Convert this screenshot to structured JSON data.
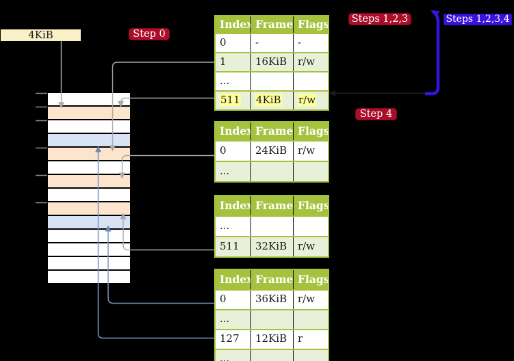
{
  "legend": {
    "label": "4KiB"
  },
  "badges": {
    "step0": {
      "label": "Step 0"
    },
    "steps123": {
      "label": "Steps 1,2,3"
    },
    "steps1234": {
      "label": "Steps 1,2,3,4"
    },
    "step4": {
      "label": "Step 4"
    }
  },
  "page_tables": [
    {
      "name": "page-table-1",
      "headers": [
        "Index",
        "Frame",
        "Flags"
      ],
      "rows": [
        {
          "cells": [
            "0",
            "-",
            "-"
          ],
          "shaded": false,
          "highlighted": false
        },
        {
          "cells": [
            "1",
            "16KiB",
            "r/w"
          ],
          "shaded": true,
          "highlighted": false
        },
        {
          "cells": [
            "...",
            "",
            ""
          ],
          "shaded": false,
          "highlighted": false
        },
        {
          "cells": [
            "511",
            "4KiB",
            "r/w"
          ],
          "shaded": true,
          "highlighted": true
        }
      ]
    },
    {
      "name": "page-table-2",
      "headers": [
        "Index",
        "Frame",
        "Flags"
      ],
      "rows": [
        {
          "cells": [
            "0",
            "24KiB",
            "r/w"
          ],
          "shaded": false,
          "highlighted": false
        },
        {
          "cells": [
            "...",
            "",
            ""
          ],
          "shaded": true,
          "highlighted": false
        }
      ]
    },
    {
      "name": "page-table-3",
      "headers": [
        "Index",
        "Frame",
        "Flags"
      ],
      "rows": [
        {
          "cells": [
            "...",
            "",
            ""
          ],
          "shaded": false,
          "highlighted": false
        },
        {
          "cells": [
            "511",
            "32KiB",
            "r/w"
          ],
          "shaded": true,
          "highlighted": false
        }
      ]
    },
    {
      "name": "page-table-4",
      "headers": [
        "Index",
        "Frame",
        "Flags"
      ],
      "rows": [
        {
          "cells": [
            "0",
            "36KiB",
            "r/w"
          ],
          "shaded": false,
          "highlighted": false
        },
        {
          "cells": [
            "...",
            "",
            ""
          ],
          "shaded": true,
          "highlighted": false
        },
        {
          "cells": [
            "127",
            "12KiB",
            "r"
          ],
          "shaded": false,
          "highlighted": false
        },
        {
          "cells": [
            "...",
            "",
            ""
          ],
          "shaded": true,
          "highlighted": false
        }
      ]
    }
  ],
  "memory_strip": {
    "rows": [
      "white",
      "peach",
      "white",
      "blue",
      "peach",
      "white",
      "peach",
      "white",
      "peach",
      "blue",
      "white",
      "white",
      "white",
      "white"
    ]
  },
  "connections": [
    {
      "id": "arrow-4kib-legend",
      "from": "4KiB legend",
      "to": "frame row 2 (peach)"
    },
    {
      "id": "arrow-16kib",
      "from": "table1 entry 1 (16KiB)",
      "to": "frame row 5 (peach)"
    },
    {
      "id": "arrow-4kib-entry",
      "from": "table1 entry 511 (4KiB)",
      "to": "frame row 2 (peach)"
    },
    {
      "id": "arrow-24kib",
      "from": "table2 entry 0 (24KiB)",
      "to": "frame row 7 (peach)"
    },
    {
      "id": "arrow-32kib",
      "from": "table3 entry 511 (32KiB)",
      "to": "frame row 9 (peach)"
    },
    {
      "id": "arrow-36kib",
      "from": "table4 entry 0 (36KiB)",
      "to": "frame row 10 (blue)"
    },
    {
      "id": "arrow-12kib",
      "from": "table4 entry 127 (12KiB)",
      "to": "frame row 4 (blue)"
    },
    {
      "id": "arrow-steps",
      "from": "table1 entry 511",
      "to": "steps badges"
    }
  ],
  "colors": {
    "background": "#000000",
    "legend_beige": "#FAF0C8",
    "badge_red": "#AC0E2A",
    "badge_blue": "#3A12E0",
    "table_header_green": "#A5C23E",
    "table_row_green": "#E9F0DA",
    "row_peach": "#FCE4CD",
    "row_blue": "#D8E3F5",
    "highlight_yellow": "#FFFF99",
    "line_gray": "#A9A9A9",
    "line_steel_blue": "#7C98C5",
    "thick_arrow_blue": "#3712E2"
  }
}
